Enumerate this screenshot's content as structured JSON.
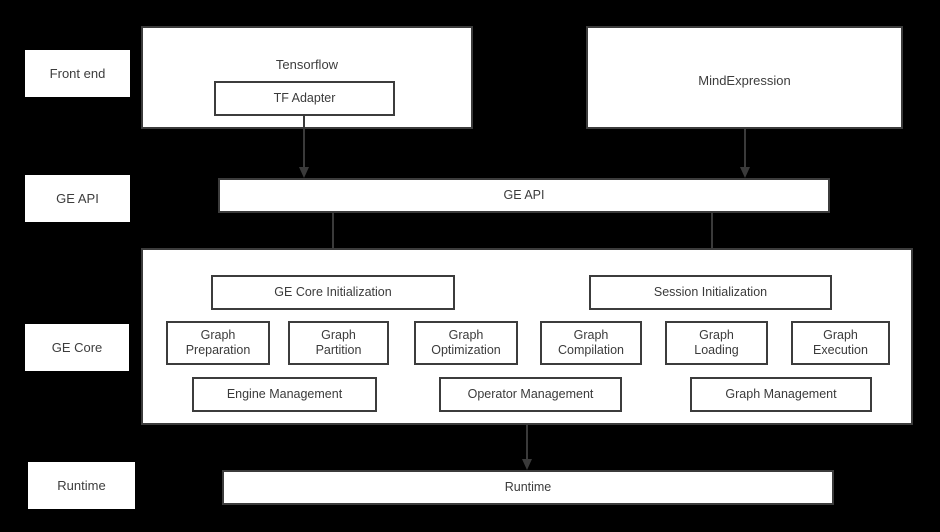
{
  "diagram": {
    "title": "GE architecture layered diagram",
    "background_color": "#000000",
    "box_fill": "#ffffff",
    "border_color": "#3c3c3c",
    "text_color": "#3d3d3d"
  },
  "stage_labels": [
    {
      "label": "Front end"
    },
    {
      "label": "GE API"
    },
    {
      "label": "GE Core"
    },
    {
      "label": "Runtime"
    }
  ],
  "frontend": {
    "tensorflow": {
      "title": "Tensorflow",
      "child": "TF Adapter"
    },
    "mindexpression": {
      "title": "MindExpression"
    }
  },
  "ge_api": {
    "label": "GE API"
  },
  "ge_core": {
    "init_boxes": [
      {
        "label": "GE Core Initialization"
      },
      {
        "label": "Session Initialization"
      }
    ],
    "module_boxes": [
      {
        "label": "Graph\nPreparation"
      },
      {
        "label": "Graph\nPartition"
      },
      {
        "label": "Graph\nOptimization"
      },
      {
        "label": "Graph\nCompilation"
      },
      {
        "label": "Graph\nLoading"
      },
      {
        "label": "Graph\nExecution"
      }
    ],
    "management_boxes": [
      {
        "label": "Engine Management"
      },
      {
        "label": "Operator Management"
      },
      {
        "label": "Graph Management"
      }
    ]
  },
  "runtime": {
    "label": "Runtime"
  },
  "arrows": [
    {
      "name": "tf-adapter-to-ge-api"
    },
    {
      "name": "mindexpression-to-ge-api"
    },
    {
      "name": "ge-api-to-ge-core-initialization"
    },
    {
      "name": "ge-api-to-session-initialization"
    },
    {
      "name": "ge-core-to-runtime"
    }
  ]
}
